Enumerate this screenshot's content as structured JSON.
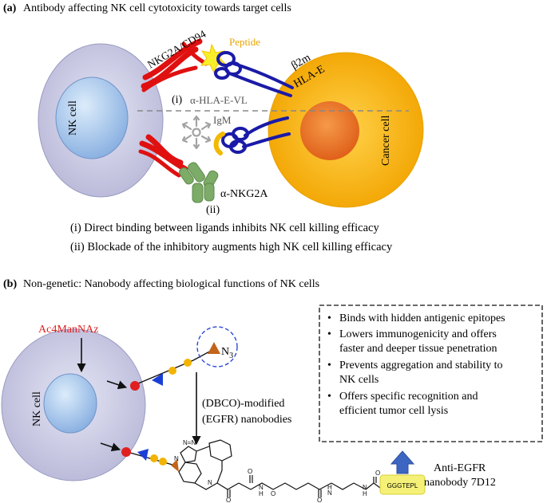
{
  "panel_a": {
    "label": "(a)",
    "title": "Antibody affecting NK cell cytotoxicity towards target cells",
    "nk_cell_label": "NK cell",
    "cancer_cell_label": "Cancer cell",
    "receptor_label": "NKG2A/CD94",
    "peptide_label": "Peptide",
    "b2m_label": "β2m",
    "hla_label": "HLA-E",
    "case_i_marker": "(i)",
    "case_ii_marker": "(ii)",
    "antibody_vl_label": "α-HLA-E-VL",
    "igm_label": "IgM",
    "anti_nkg2a_label": "α-NKG2A",
    "notes": [
      "(i) Direct binding between ligands inhibits NK cell killing efficacy",
      "(ii) Blockade of the inhibitory augments high NK cell killing efficacy"
    ]
  },
  "panel_b": {
    "label": "(b)",
    "title": "Non-genetic: Nanobody affecting biological functions of NK cells",
    "sugar_label": "Ac4ManNAz",
    "nk_cell_label": "NK cell",
    "azide_label": "N",
    "azide_subscript": "3",
    "dbco_label_line1": "(DBCO)-modified",
    "dbco_label_line2": "(EGFR) nanobodies",
    "peptide_tag": "GGGTEPL",
    "nanobody_label_line1": "Anti-EGFR",
    "nanobody_label_line2": "nanobody 7D12",
    "benefits": [
      [
        "Binds with hidden antigenic epitopes"
      ],
      [
        "Lowers immunogenicity and offers",
        "faster and deeper tissue penetration"
      ],
      [
        "Prevents aggregation and stability to",
        "NK cells"
      ],
      [
        "Offers specific recognition and",
        "efficient tumor cell lysis"
      ]
    ],
    "bullet": "•"
  },
  "colors": {
    "nk_cell": "#d5d5ec",
    "nucleus": "#a6c8ec",
    "cancer_cell": "#f5b00e",
    "cancer_nucleus": "#ee7a24",
    "receptor": "#e01010",
    "hla": "#1a1aa8",
    "peptide_text": "#e6a400",
    "antibody": "#7dab68",
    "sugar_text": "#e02020",
    "arrow_blue": "#3c66c2",
    "tag_fill": "#f5f178"
  }
}
